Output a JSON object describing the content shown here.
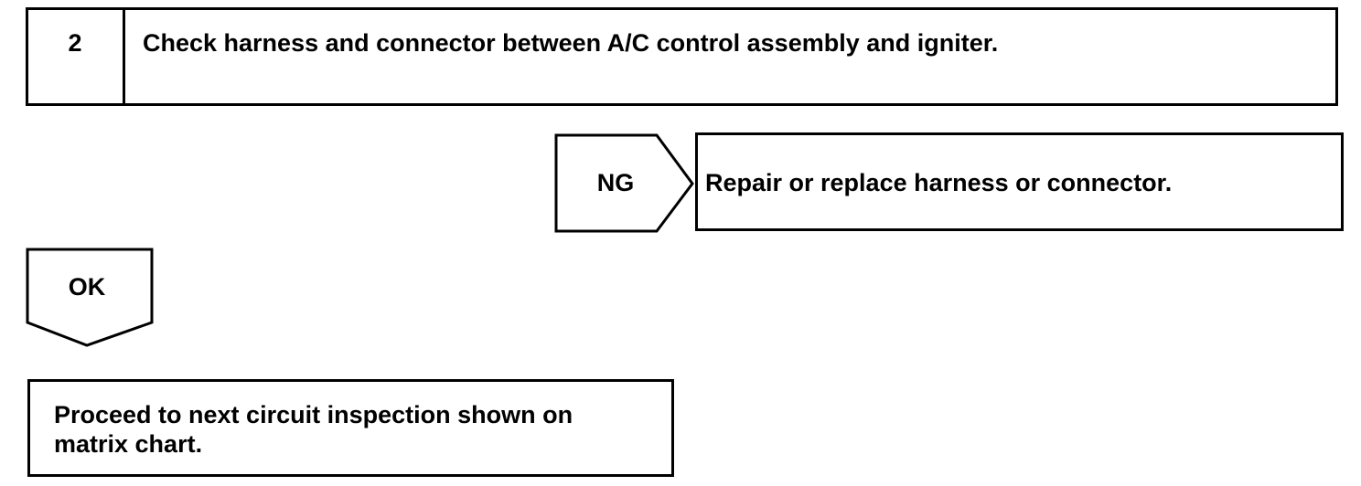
{
  "step": {
    "number": "2",
    "title": "Check harness and connector between A/C control assembly and igniter."
  },
  "ng_branch": {
    "label": "NG",
    "action": "Repair or replace harness or connector."
  },
  "ok_branch": {
    "label": "OK",
    "action_line1": "Proceed to next circuit inspection shown on",
    "action_line2": "matrix chart."
  }
}
